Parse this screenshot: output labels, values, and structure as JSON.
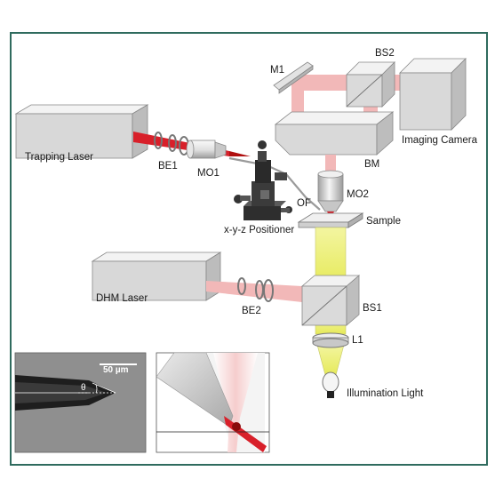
{
  "labels": {
    "trapping_laser": "Trapping Laser",
    "be1": "BE1",
    "mo1": "MO1",
    "xyz_positioner": "x-y-z Positioner",
    "of": "OF",
    "mo2": "MO2",
    "sample": "Sample",
    "m1": "M1",
    "bs2": "BS2",
    "imaging_camera": "Imaging Camera",
    "bm": "BM",
    "dhm_laser": "DHM Laser",
    "be2": "BE2",
    "bs1": "BS1",
    "l1": "L1",
    "illumination_light": "Illumination Light"
  },
  "inset": {
    "scale_bar": "50 µm",
    "angle": "θ"
  },
  "colors": {
    "border": "#2f6b5e",
    "trap_beam": "#d01818",
    "dhm_beam": "#f0b4b4",
    "illum_beam": "#eef07a",
    "box_top": "#f2f2f2",
    "box_front": "#d9d9d9",
    "box_side": "#bdbdbd"
  }
}
